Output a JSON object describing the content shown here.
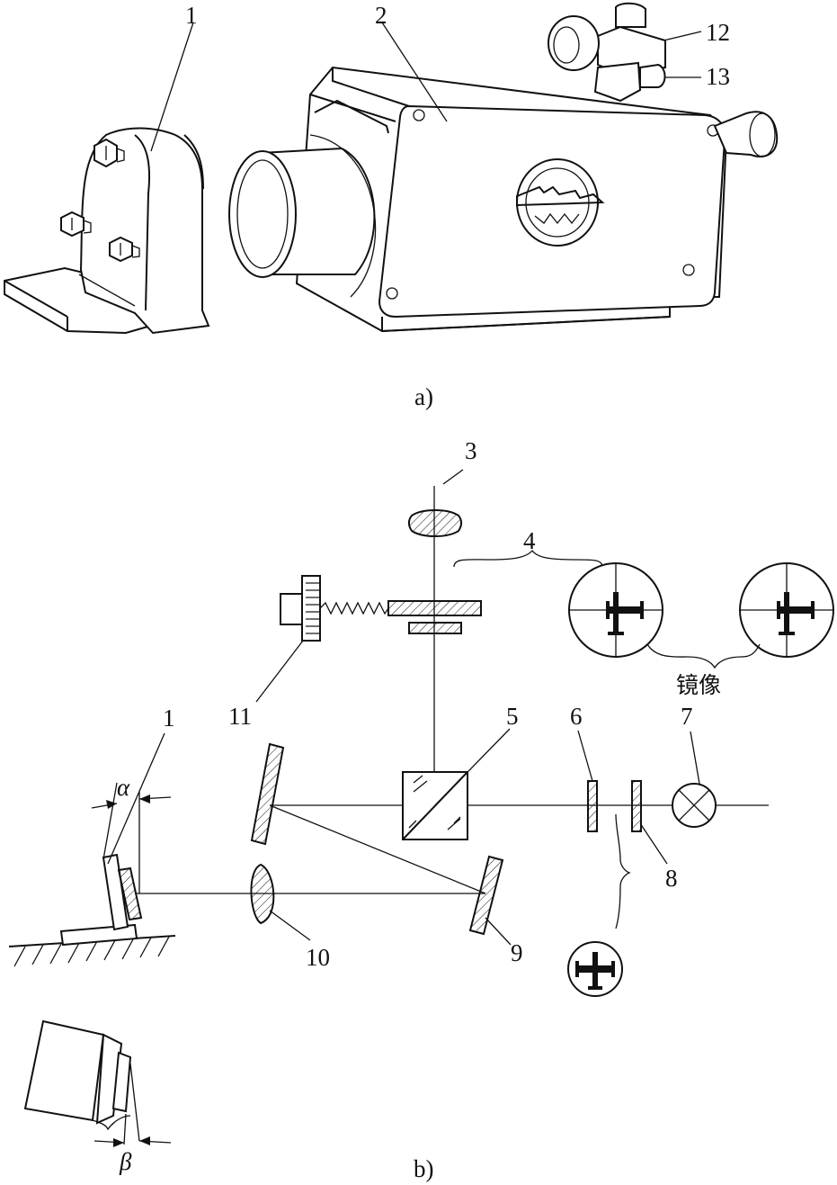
{
  "part_a": {
    "caption": "a)",
    "labels": {
      "holder": "1",
      "instrument": "2",
      "knob": "12",
      "screw": "13"
    }
  },
  "part_b": {
    "caption": "b)",
    "labels": {
      "holder": "1",
      "eyepiece": "3",
      "reticle_view": "4",
      "prism": "5",
      "plate6": "6",
      "lamp": "7",
      "plate8": "8",
      "mirror9": "9",
      "lens10": "10",
      "micrometer": "11"
    },
    "mirror_image_text": "镜像",
    "angle_alpha": "α",
    "angle_beta": "β"
  }
}
